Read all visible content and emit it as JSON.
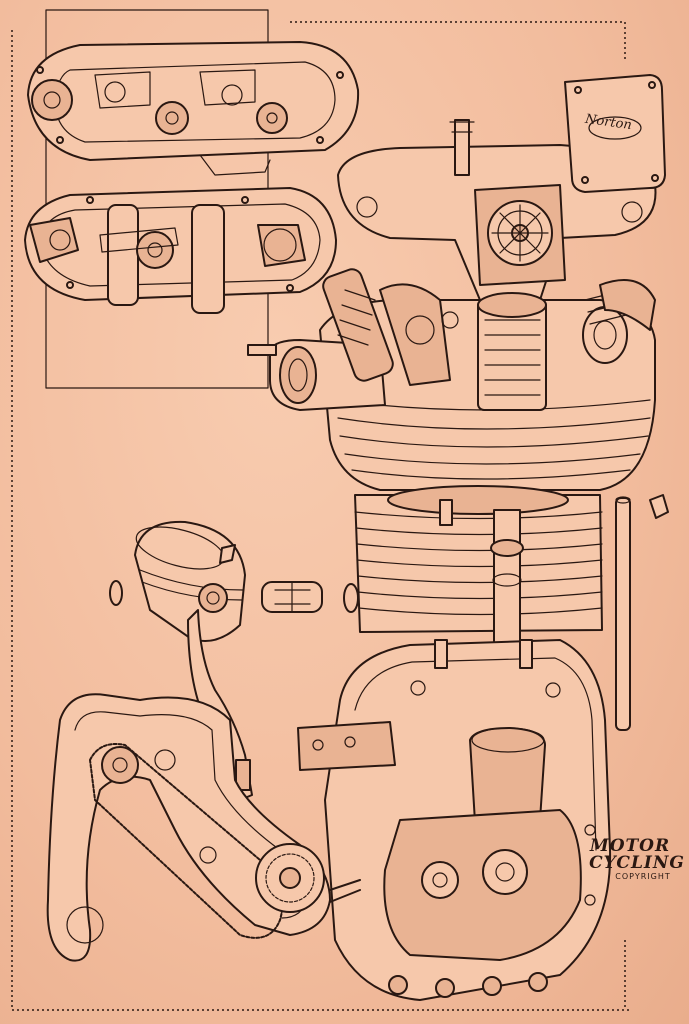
{
  "illustration": {
    "badge_text": "Norton",
    "credit_line1": "MOTOR",
    "credit_line2": "CYCLING",
    "credit_line3": "COPYRIGHT"
  },
  "colors": {
    "paper": "#f4c3a6",
    "ink": "#2a1812"
  }
}
